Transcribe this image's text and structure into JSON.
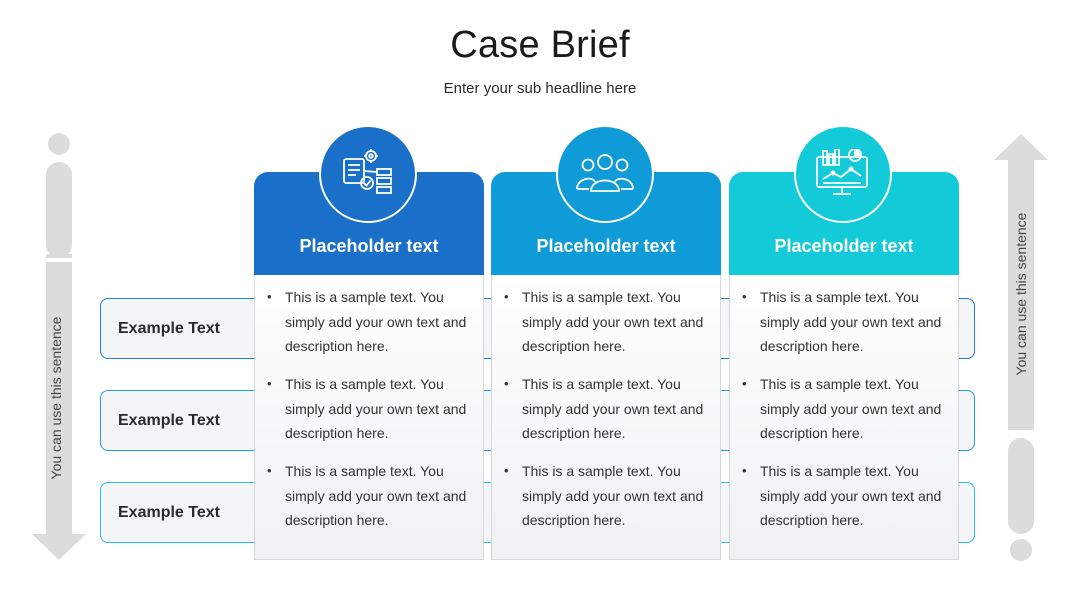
{
  "header": {
    "title": "Case Brief",
    "subtitle": "Enter your sub headline here"
  },
  "side": {
    "left_label": "You can use this sentence",
    "right_label": "You can use this sentence"
  },
  "rows": [
    {
      "label": "Example Text"
    },
    {
      "label": "Example Text"
    },
    {
      "label": "Example Text"
    }
  ],
  "columns": [
    {
      "title": "Placeholder text",
      "icon": "process-settings-icon",
      "color": "#1a6fc9",
      "bullets": [
        "This is a sample text. You simply add your own text and description here.",
        "This is a sample text. You simply add your own text and description here.",
        "This is a sample text. You simply add your own text and description here."
      ]
    },
    {
      "title": "Placeholder text",
      "icon": "team-group-icon",
      "color": "#0f9bd8",
      "bullets": [
        "This is a sample text. You simply add your own text and description here.",
        "This is a sample text. You simply add your own text and description here.",
        "This is a sample text. You simply add your own text and description here."
      ]
    },
    {
      "title": "Placeholder text",
      "icon": "analytics-dashboard-icon",
      "color": "#13cad8",
      "bullets": [
        "This is a sample text. You simply add your own text and description here.",
        "This is a sample text. You simply add your own text and description here.",
        "This is a sample text. You simply add your own text and description here."
      ]
    }
  ],
  "colors": {
    "arrow": "#dcdcdc",
    "text": "#333333"
  }
}
